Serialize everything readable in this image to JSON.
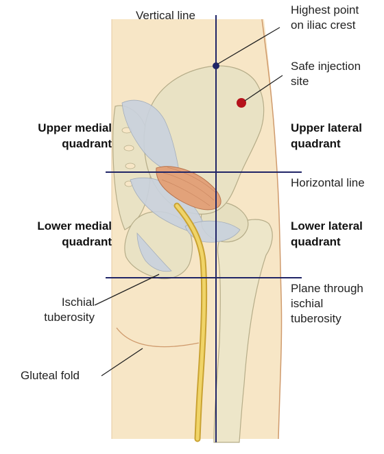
{
  "labels": {
    "vertical_line": "Vertical line",
    "highest_point": [
      "Highest point",
      "on iliac crest"
    ],
    "safe_injection": [
      "Safe injection",
      "site"
    ],
    "upper_medial": [
      "Upper medial",
      "quadrant"
    ],
    "upper_lateral": [
      "Upper lateral",
      "quadrant"
    ],
    "horizontal_line": "Horizontal line",
    "lower_medial": [
      "Lower medial",
      "quadrant"
    ],
    "lower_lateral": [
      "Lower lateral",
      "quadrant"
    ],
    "ischial_tuberosity": [
      "Ischial",
      "tuberosity"
    ],
    "plane_through": [
      "Plane through",
      "ischial",
      "tuberosity"
    ],
    "gluteal_fold": "Gluteal fold"
  },
  "colors": {
    "skin": "#f7e6c6",
    "skin_outline": "#cf9a6c",
    "bone": "#e9e2c4",
    "bone_outline": "#b5ac88",
    "ligament": "#c9d2de",
    "muscle": "#e2a27a",
    "nerve": "#e3c24c",
    "guide_line": "#1f2466",
    "injection_dot": "#b5121b",
    "leader": "#222222"
  }
}
